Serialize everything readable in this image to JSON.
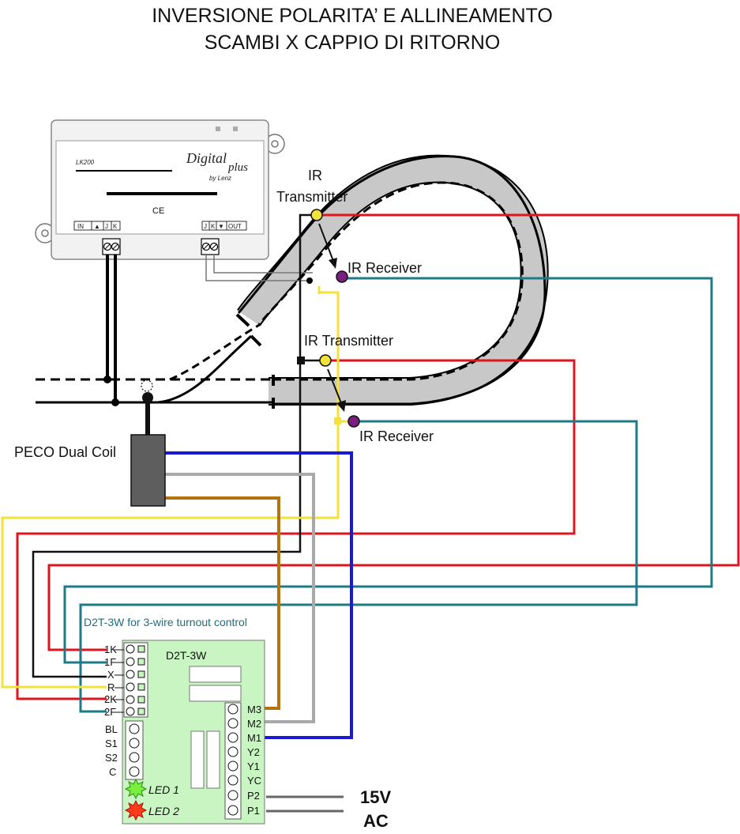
{
  "title": {
    "line1": "INVERSIONE POLARITA’ E ALLINEAMENTO",
    "line2": "SCAMBI X CAPPIO DI RITORNO"
  },
  "lk200": {
    "model": "LK200",
    "brand_line1": "Digital",
    "brand_line2": "plus",
    "brand_line3": "by Lenz",
    "ce_mark": "CE",
    "terminals_left": [
      "IN",
      "▲",
      "J",
      "K"
    ],
    "terminals_right": [
      "J",
      "K",
      "▼",
      "OUT"
    ]
  },
  "labels": {
    "ir_tx_1_line1": "IR",
    "ir_tx_1_line2": "Transmitter",
    "ir_rx_1": "IR Receiver",
    "ir_tx_2": "IR Transmitter",
    "ir_rx_2": "IR Receiver",
    "peco": "PECO Dual Coil"
  },
  "d2t": {
    "caption": "D2T-3W for 3-wire turnout control",
    "board_title": "D2T-3W",
    "pins_left_top": [
      "1K",
      "1F",
      "X",
      "R",
      "2K",
      "2F"
    ],
    "pins_left_bottom": [
      "BL",
      "S1",
      "S2",
      "C"
    ],
    "pins_right": [
      "M3",
      "M2",
      "M1",
      "Y2",
      "Y1",
      "YC",
      "P2",
      "P1"
    ],
    "led1": "LED 1",
    "led2": "LED 2"
  },
  "power": {
    "voltage": "15V",
    "type": "AC"
  },
  "colors": {
    "red": "#e0141e",
    "teal": "#1d7a86",
    "yellow": "#f2e23a",
    "blue": "#1a1ad6",
    "grey": "#a9a9a9",
    "brown": "#b1740f",
    "track": "#c8c8c8",
    "board": "#c9f5c2"
  }
}
